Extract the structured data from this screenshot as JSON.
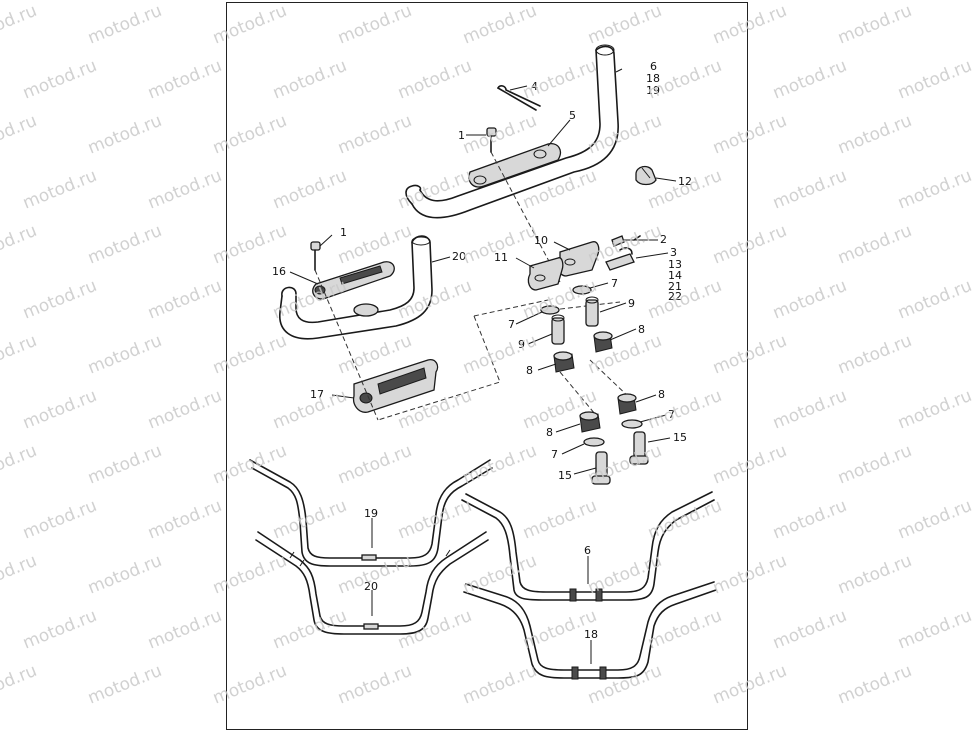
{
  "watermark_text": "motod.ru",
  "callouts": [
    {
      "id": "c1a",
      "text": "1"
    },
    {
      "id": "c1b",
      "text": "1"
    },
    {
      "id": "c2",
      "text": "2"
    },
    {
      "id": "c3",
      "text": "3"
    },
    {
      "id": "c13",
      "text": "13"
    },
    {
      "id": "c14",
      "text": "14"
    },
    {
      "id": "c21",
      "text": "21"
    },
    {
      "id": "c22",
      "text": "22"
    },
    {
      "id": "c4",
      "text": "4"
    },
    {
      "id": "c5",
      "text": "5"
    },
    {
      "id": "c6a",
      "text": "6"
    },
    {
      "id": "c18a",
      "text": "18"
    },
    {
      "id": "c19a",
      "text": "19"
    },
    {
      "id": "c7a",
      "text": "7"
    },
    {
      "id": "c7b",
      "text": "7"
    },
    {
      "id": "c7c",
      "text": "7"
    },
    {
      "id": "c7d",
      "text": "7"
    },
    {
      "id": "c8a",
      "text": "8"
    },
    {
      "id": "c8b",
      "text": "8"
    },
    {
      "id": "c8c",
      "text": "8"
    },
    {
      "id": "c8d",
      "text": "8"
    },
    {
      "id": "c9a",
      "text": "9"
    },
    {
      "id": "c9b",
      "text": "9"
    },
    {
      "id": "c10",
      "text": "10"
    },
    {
      "id": "c11",
      "text": "11"
    },
    {
      "id": "c12",
      "text": "12"
    },
    {
      "id": "c15a",
      "text": "15"
    },
    {
      "id": "c15b",
      "text": "15"
    },
    {
      "id": "c16",
      "text": "16"
    },
    {
      "id": "c17",
      "text": "17"
    },
    {
      "id": "c20a",
      "text": "20"
    },
    {
      "id": "c19b",
      "text": "19"
    },
    {
      "id": "c20b",
      "text": "20"
    },
    {
      "id": "c6b",
      "text": "6"
    },
    {
      "id": "c18b",
      "text": "18"
    }
  ]
}
